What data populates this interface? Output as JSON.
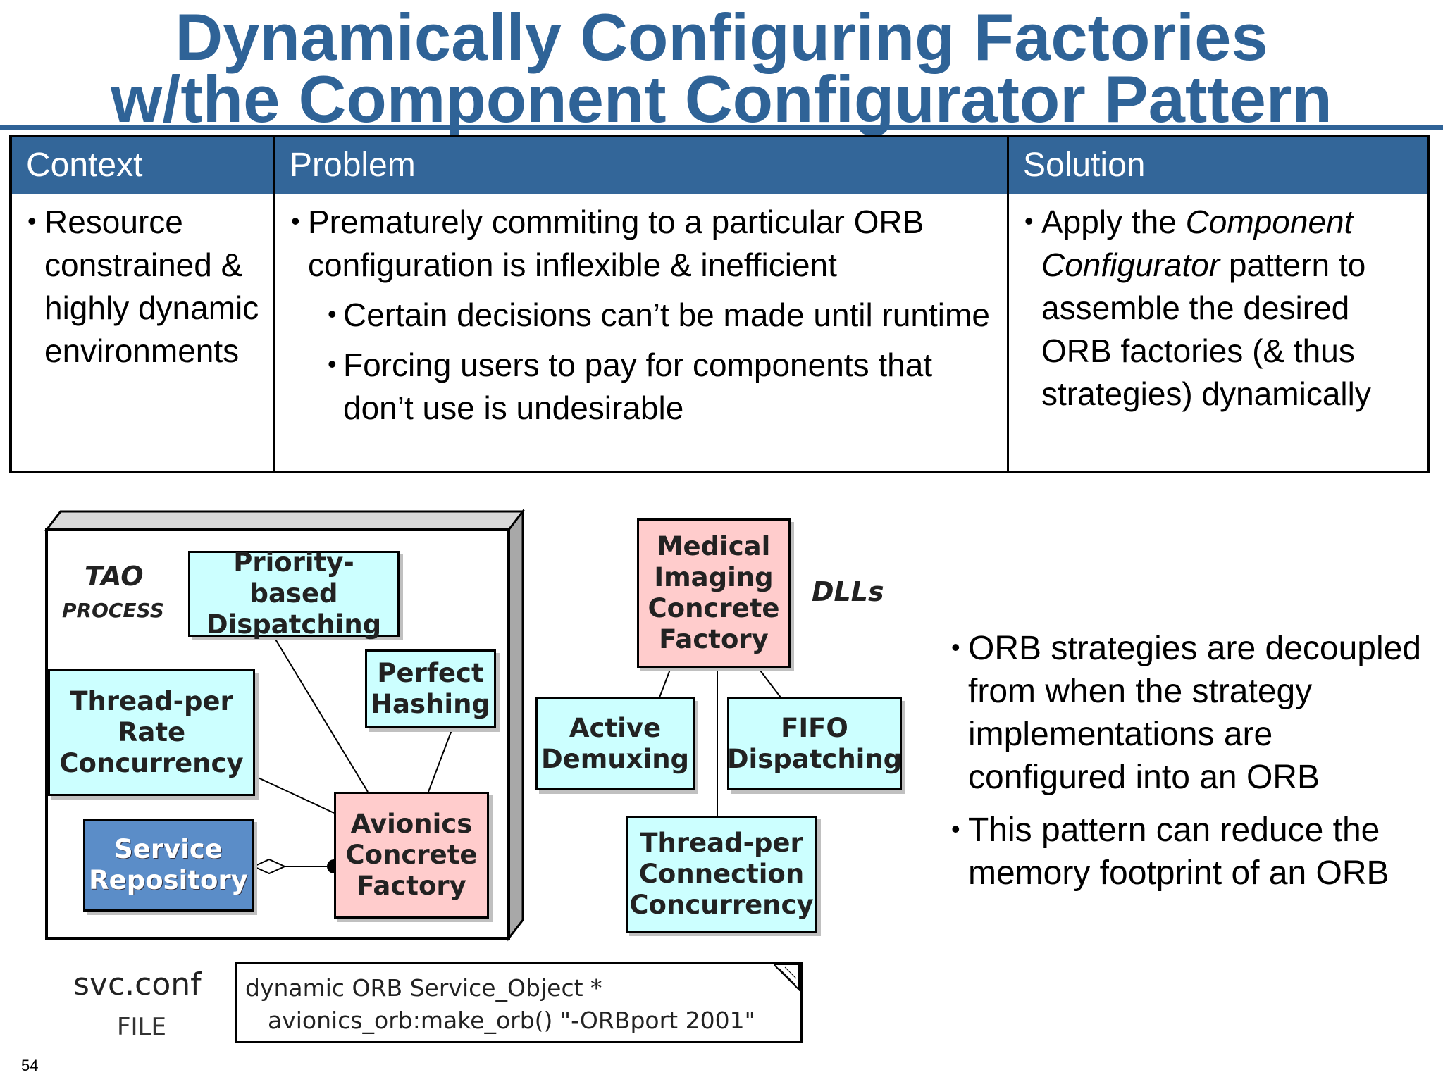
{
  "slide": {
    "title_line1": "Dynamically Configuring Factories",
    "title_line2": "w/the Component Configurator Pattern",
    "page_number": "54"
  },
  "table": {
    "headers": [
      "Context",
      "Problem",
      "Solution"
    ],
    "context": {
      "bullet": "Resource constrained & highly dynamic environments"
    },
    "problem": {
      "bullet": "Prematurely commiting to a particular ORB configuration is inflexible & inefficient",
      "sub_bullets": [
        "Certain decisions can’t be made until runtime",
        "Forcing users to pay for components that don’t use is undesirable"
      ]
    },
    "solution": {
      "pre": "Apply the ",
      "italic": "Component Configurator",
      "post": " pattern to assemble the desired ORB factories (& thus strategies) dynamically"
    }
  },
  "diagram": {
    "process_label": "TAO",
    "process_sublabel": "PROCESS",
    "dlls_label": "DLLs",
    "boxes": {
      "priority": "Priority-based Dispatching",
      "perfect_hashing": "Perfect Hashing",
      "thread_per_rate": "Thread-per Rate Concurrency",
      "service_repository": "Service Repository",
      "avionics": "Avionics Concrete Factory",
      "medical": "Medical Imaging Concrete Factory",
      "active_demuxing": "Active Demuxing",
      "fifo": "FIFO Dispatching",
      "thread_per_connection": "Thread-per Connection Concurrency"
    },
    "svc_conf": {
      "label": "svc.conf",
      "sublabel": "FILE",
      "line1": "dynamic ORB Service_Object *",
      "line2": "avionics_orb:make_orb() \"-ORBport 2001\""
    }
  },
  "right_bullets": [
    "ORB strategies are decoupled from when the strategy implementations are configured into an ORB",
    "This pattern can reduce the memory footprint of an ORB"
  ],
  "colors": {
    "title": "#2f6397",
    "header_bg": "#336699",
    "cyan_box": "#ccffff",
    "pink_box": "#ffcccc",
    "repository_box": "#5b8dc8"
  }
}
